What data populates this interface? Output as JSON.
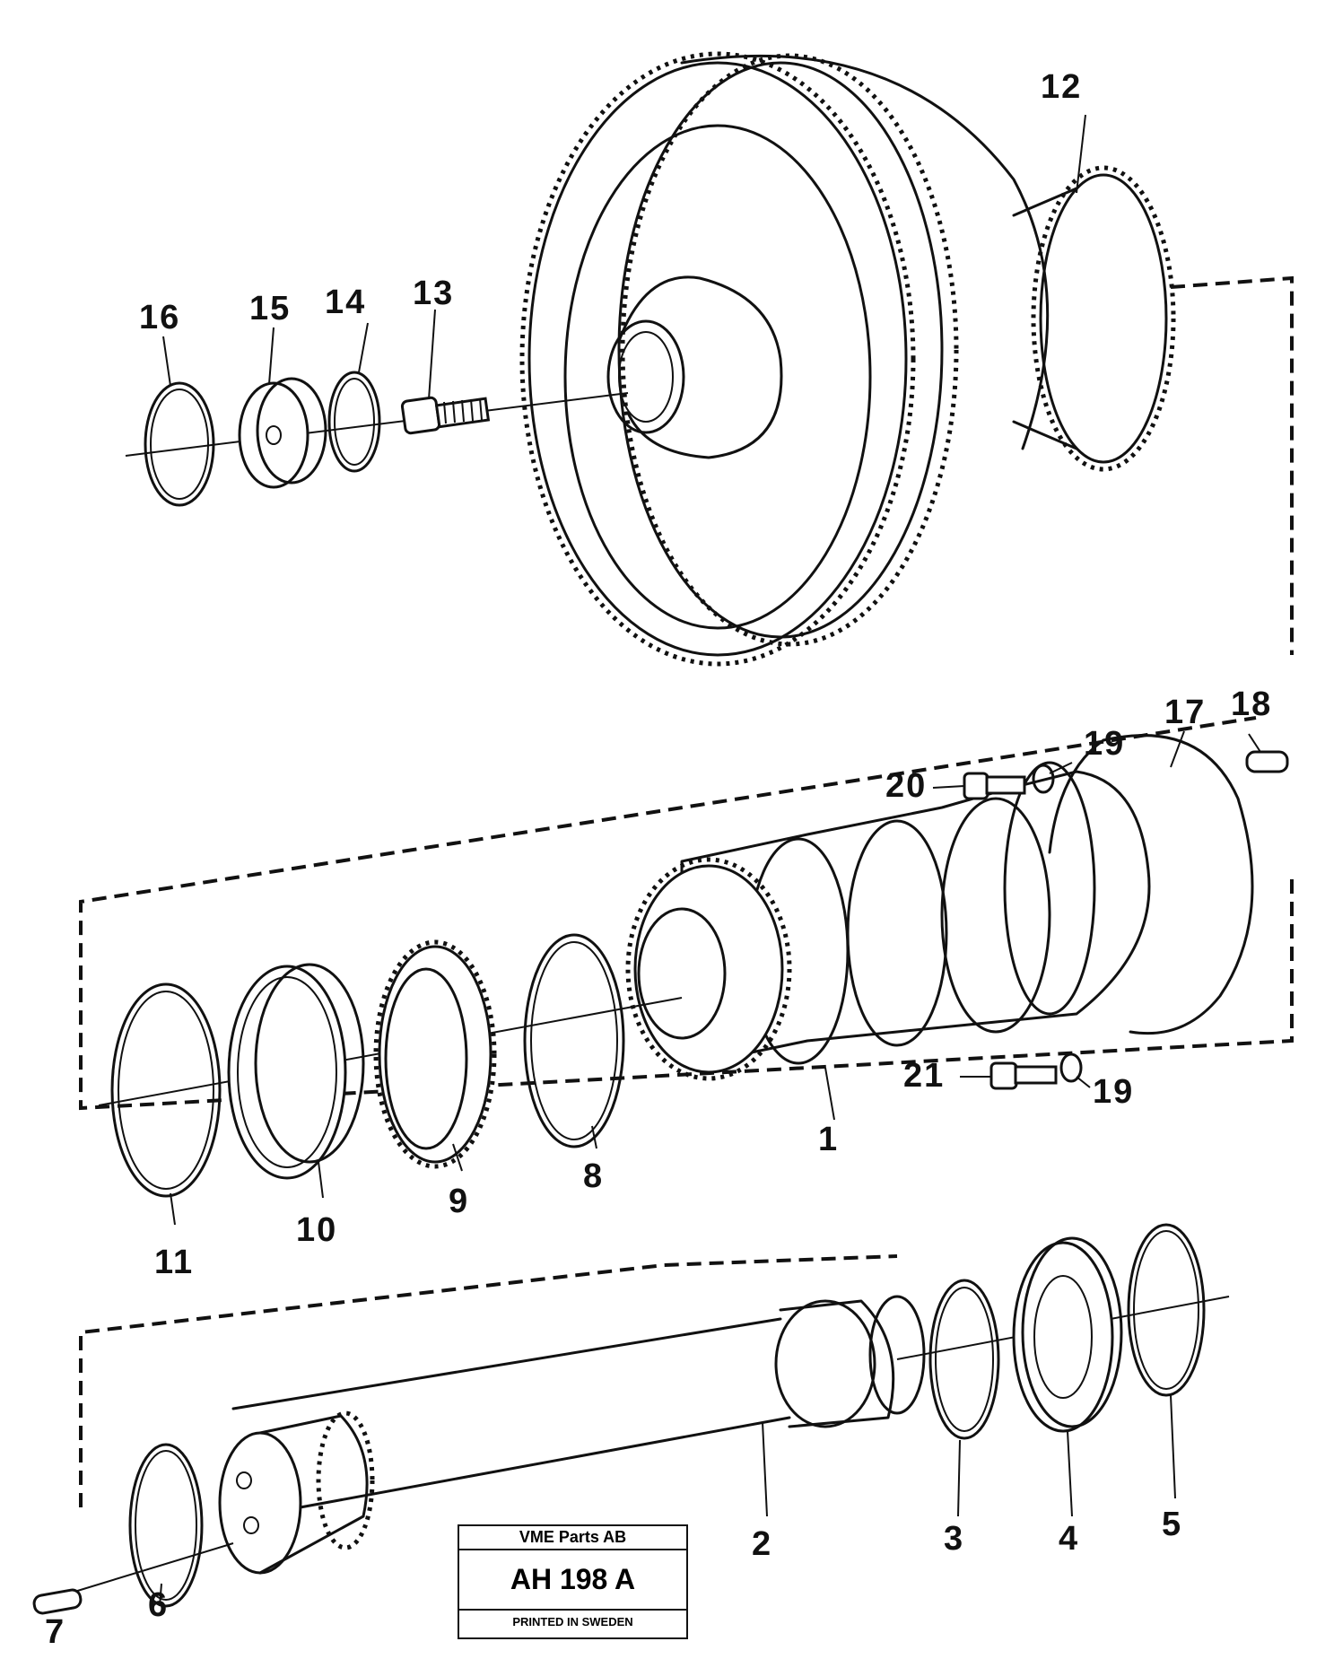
{
  "diagram": {
    "part_numbers": [
      "1",
      "2",
      "3",
      "4",
      "5",
      "6",
      "7",
      "8",
      "9",
      "10",
      "11",
      "12",
      "13",
      "14",
      "15",
      "16",
      "17",
      "18",
      "19",
      "19",
      "20",
      "21"
    ]
  },
  "stamp": {
    "company": "VME Parts AB",
    "code": "AH 198 A",
    "printed": "PRINTED IN SWEDEN"
  }
}
